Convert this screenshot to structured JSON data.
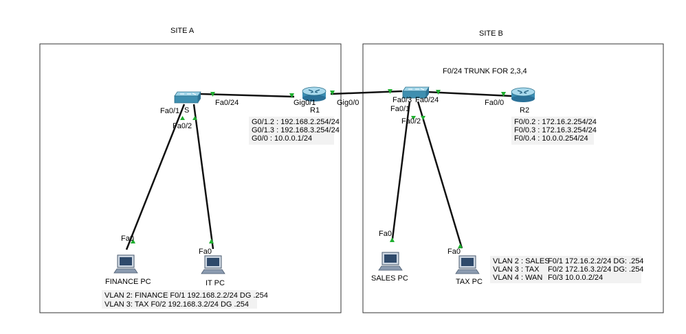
{
  "sites": {
    "a": {
      "title": "SITE A"
    },
    "b": {
      "title": "SITE B"
    }
  },
  "devices": {
    "sw_a": {
      "label": "S",
      "type": "switch"
    },
    "r1": {
      "label": "R1",
      "type": "router"
    },
    "sw_b": {
      "label": "",
      "type": "switch"
    },
    "r2": {
      "label": "R2",
      "type": "router"
    },
    "finance_pc": {
      "label": "FINANCE PC",
      "type": "pc"
    },
    "it_pc": {
      "label": "IT PC",
      "type": "pc"
    },
    "sales_pc": {
      "label": "SALES PC",
      "type": "pc"
    },
    "tax_pc": {
      "label": "TAX PC",
      "type": "pc"
    }
  },
  "ports": {
    "sw_a_fa0_1": "Fa0/1",
    "sw_a_fa0_2": "Fa0/2",
    "sw_a_fa0_24": "Fa0/24",
    "r1_gig0_1": "Gig0/1",
    "r1_gig0_0": "Gig0/0",
    "sw_b_fa0_3": "Fa0/3",
    "sw_b_fa0_24": "Fa0/24",
    "sw_b_fa0_1": "Fa0/1",
    "sw_b_fa0_2": "Fa0/2",
    "r2_fa0_0": "Fa0/0",
    "finance_fa0": "Fa0",
    "it_fa0": "Fa0",
    "sales_fa0": "Fa0",
    "tax_fa0": "Fa0"
  },
  "notes": {
    "trunk": "F0/24 TRUNK FOR 2,3,4",
    "r1_config": [
      "G0/1.2 : 192.168.2.254/24",
      "G0/1.3 : 192.168.3.254/24",
      "G0/0 : 10.0.0.1/24"
    ],
    "r2_config": [
      "F0/0.2 : 172.16.2.254/24",
      "F0/0.3 : 172.16.3.254/24",
      "F0/0.4 : 10.0.0.254/24"
    ],
    "site_a_vlans": [
      "VLAN 2: FINANCE F0/1 192.168.2.2/24 DG .254",
      "VLAN 3: TAX F0/2 192.168.3.2/24 DG .254"
    ],
    "site_b_vlans": [
      {
        "vlan": "VLAN 2 : SALES",
        "detail": "F0/1 172.16.2.2/24 DG: .254"
      },
      {
        "vlan": "VLAN 3 : TAX",
        "detail": "F0/2 172.16.3.2/24 DG: .254"
      },
      {
        "vlan": "VLAN 4 : WAN",
        "detail": "F0/3 10.0.0.2/24"
      }
    ]
  },
  "colors": {
    "link": "#111111",
    "port_up": "#1fae2f",
    "switch": "#4fa3c4",
    "router": "#3c9bc0",
    "pc": "#6b7f99"
  }
}
